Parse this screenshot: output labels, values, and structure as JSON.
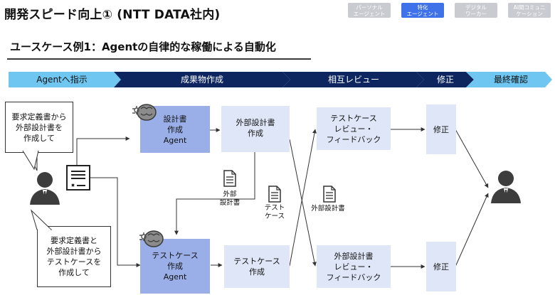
{
  "header": {
    "title": "開発スピード向上① (NTT DATA社内)",
    "categories": [
      {
        "label": "パーソナル\nエージェント",
        "active": false
      },
      {
        "label": "特化\nエージェント",
        "active": true
      },
      {
        "label": "デジタル\nワーカー",
        "active": false
      },
      {
        "label": "AI間コミュニ\nケーション",
        "active": false
      }
    ]
  },
  "subtitle": "ユースケース例1：Agentの自律的な稼働による自動化",
  "phases": [
    "Agentへ指示",
    "成果物作成",
    "相互レビュー",
    "修正",
    "最終確認"
  ],
  "bubbles": {
    "top": "要求定義書から\n外部設計書を\n作成して",
    "bottom": "要求定義書と\n外部設計書から\nテストケースを\n作成して"
  },
  "boxes": {
    "agent_design": "設計書\n作成\nAgent",
    "agent_test": "テストケース\n作成\nAgent",
    "out_design": "外部設計書\n作成",
    "out_test": "テストケース\n作成",
    "review_test": "テストケース\nレビュー・\nフィードバック",
    "review_design": "外部設計書\nレビュー・\nフィードバック",
    "fix_top": "修正",
    "fix_bottom": "修正"
  },
  "doc_labels": {
    "design_down": "外部\n設計書",
    "test_doc": "テスト\nケース",
    "design_cross": "外部設計書"
  },
  "icons": {
    "person_left": "person-icon",
    "person_right": "person-icon",
    "requirement_doc": "document-icon",
    "agent": "brain-gear-icon",
    "document": "file-icon"
  },
  "colors": {
    "phase_light": "#6ec6f1",
    "phase_dark": "#0d2660",
    "phase_final": "#6ec6f1",
    "agent_box": "#9aaee8",
    "light_box": "#dfe6f7",
    "accent_blue": "#3f72e8"
  }
}
